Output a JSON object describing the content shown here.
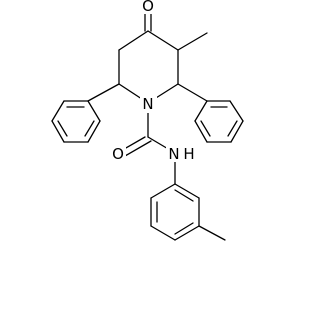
{
  "molecule": {
    "atoms": {
      "oxygen": "O",
      "nitrogen": "N",
      "amide_nh": "N",
      "amide_h": "H"
    },
    "colors": {
      "bond": "#000000",
      "background": "#ffffff"
    }
  }
}
